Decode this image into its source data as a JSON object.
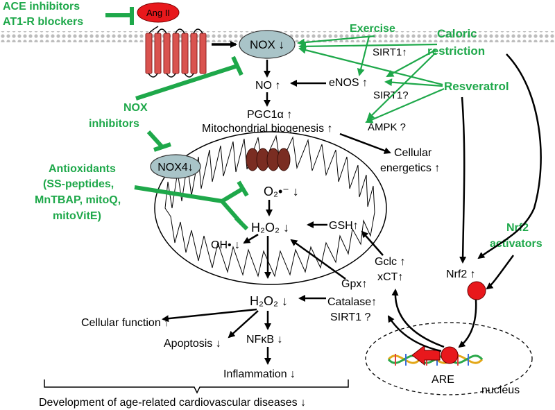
{
  "labels": {
    "ace_inhibitors": "ACE inhibitors",
    "at1r_blockers": "AT1-R blockers",
    "ang2": "Ang II",
    "nox": "NOX ↓",
    "exercise": "Exercise",
    "caloric_1": "Caloric",
    "caloric_2": "restriction",
    "sirt1_up": "SIRT1↑",
    "enos": "eNOS ↑",
    "no": "NO ↑",
    "sirt1_q": "SIRT1?",
    "resveratrol": "Resveratrol",
    "nox_inh_1": "NOX",
    "nox_inh_2": "inhibitors",
    "pgc1a": "PGC1α ↑",
    "mito_bio": "Mitochondrial biogenesis ↑",
    "ampk": "AMPK ?",
    "cell_energ_1": "Cellular",
    "cell_energ_2": "energetics ↑",
    "nox4": "NOX4↓",
    "antiox_1": "Antioxidants",
    "antiox_2": "(SS-peptides,",
    "antiox_3": "MnTBAP, mitoQ,",
    "antiox_4": "mitoVitE)",
    "superoxide": "O₂•⁻ ↓",
    "h2o2_in": "H₂O₂ ↓",
    "gsh": "GSH↑",
    "oh": "OH• ↓",
    "nrf2_act_1": "Nrf2",
    "nrf2_act_2": "activators",
    "gclc": "Gclc ↑",
    "gpx": "Gpx↑",
    "xct": "xCT↑",
    "nrf2": "Nrf2 ↑",
    "h2o2_out": "H₂O₂ ↓",
    "catalase": "Catalase↑",
    "sirt1_q2": "SIRT1 ?",
    "cell_func": "Cellular function ↑",
    "nfkb": "NFκB ↓",
    "apoptosis": "Apoptosis ↓",
    "inflammation": "Inflammation ↓",
    "are": "ARE",
    "nucleus": "nucleus",
    "development": "Development of age-related cardiovascular diseases ↓"
  },
  "colors": {
    "green": "#1ea84a",
    "red": "#e8181c",
    "receptor": "#d9534f",
    "ellipse_fill": "#a9c4c8",
    "mito_complex": "#7a2d22"
  }
}
